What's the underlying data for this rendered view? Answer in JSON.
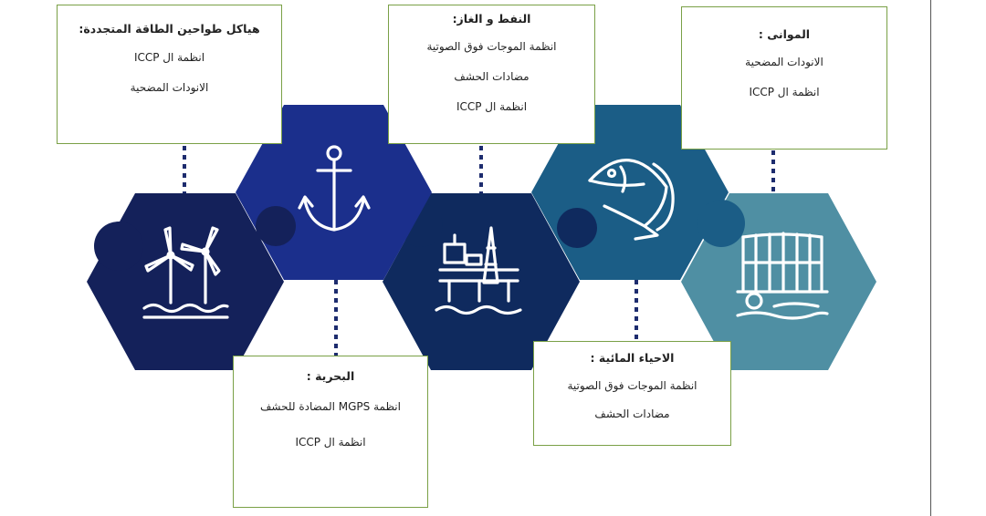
{
  "boxes": [
    {
      "key": "renewable",
      "title": "هياكل طواحين الطاقة المتجددة:",
      "lines": [
        "انظمة ال ICCP",
        "الانودات المضحية"
      ]
    },
    {
      "key": "oil-gas",
      "title": "النفط و الغاز:",
      "lines": [
        "انظمة الموجات فوق الصوتية",
        "مضادات الحشف",
        "انظمة ال ICCP"
      ]
    },
    {
      "key": "ports",
      "title": "الموانى :",
      "lines": [
        "الانودات المضحية",
        "انظمة ال ICCP"
      ]
    },
    {
      "key": "marine",
      "title": "البحرية :",
      "lines": [
        "انظمة MGPS المضادة للحشف",
        "انظمة ال ICCP"
      ]
    },
    {
      "key": "aquaculture",
      "title": "الاحياء المائية :",
      "lines": [
        "انظمة الموجات فوق الصوتية",
        "مضادات الحشف"
      ]
    }
  ],
  "segments": [
    {
      "name": "wind-turbines",
      "icon": "wind-turbine-icon",
      "color": "#14215a"
    },
    {
      "name": "anchor",
      "icon": "anchor-icon",
      "color": "#1b2f8c"
    },
    {
      "name": "oil-platform",
      "icon": "oil-platform-icon",
      "color": "#0f2a5e"
    },
    {
      "name": "fish",
      "icon": "fish-icon",
      "color": "#1b5d86"
    },
    {
      "name": "aquaculture-cage",
      "icon": "fish-cage-icon",
      "color": "#4f8fa3"
    }
  ],
  "colors": {
    "box_border": "#7aa046",
    "connector": "#1d2c6e"
  }
}
